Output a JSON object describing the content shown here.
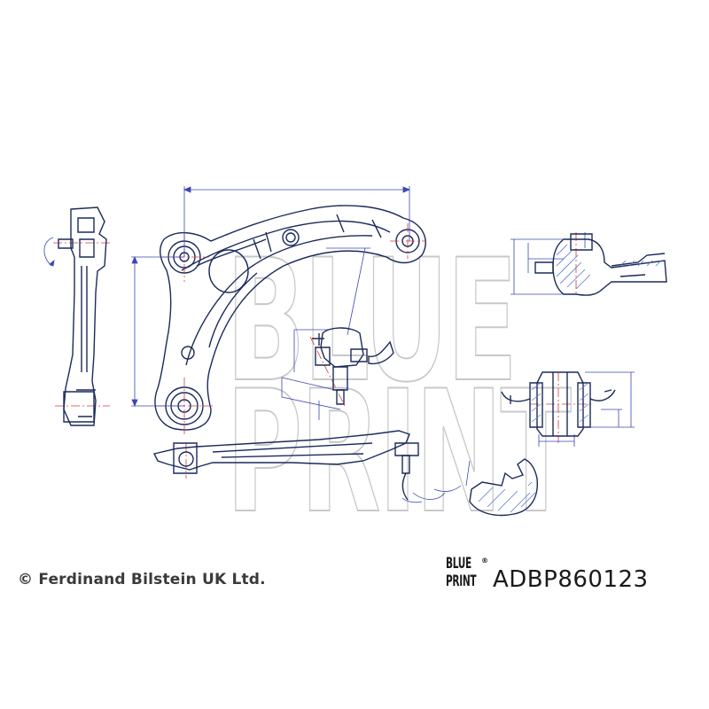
{
  "footer": {
    "copyright": "© Ferdinand Bilstein UK Ltd.",
    "logo_line1": "BLUE",
    "logo_line2": "PRINT",
    "logo_registered": "®",
    "part_number": "ADBP860123"
  },
  "watermark": {
    "line1": "BLUE",
    "line2": "PRINT"
  },
  "colors": {
    "outline": "#1c2a5a",
    "dimension": "#3c46b4",
    "center_line": "#d23c3c",
    "hatch": "#5a7ad2",
    "watermark": "#c8c8c8",
    "text": "#3a3a3a"
  }
}
